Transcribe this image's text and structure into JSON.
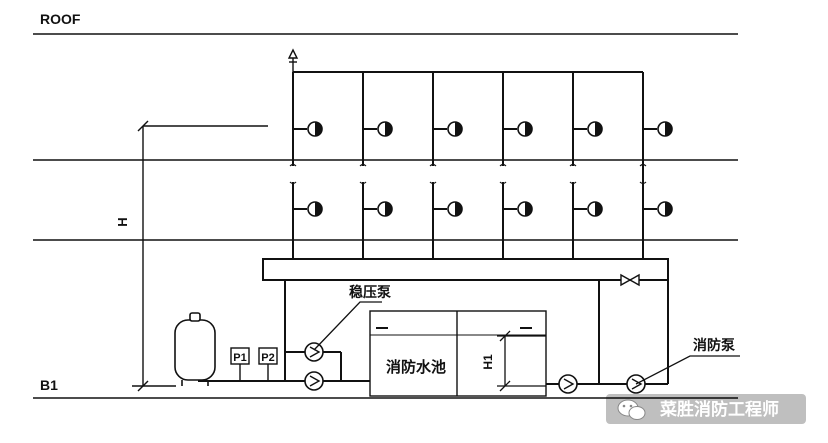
{
  "labels": {
    "roof": "ROOF",
    "b1": "B1",
    "height": "H",
    "height_h1": "H1",
    "pressure_pump": "稳压泵",
    "water_tank": "消防水池",
    "fire_pump": "消防泵",
    "gauge_1": "P1",
    "gauge_2": "P2"
  },
  "watermark": {
    "text": "菜胜消防工程师"
  },
  "colors": {
    "line": "#111111",
    "background": "#ffffff"
  },
  "structure": {
    "riser_columns": 6,
    "sprinkler_rows": 2,
    "icons": [
      "sprinkler-head-icon",
      "pump-icon",
      "pressure-tank-icon",
      "check-valve-icon",
      "air-vent-icon",
      "wechat-icon"
    ]
  }
}
